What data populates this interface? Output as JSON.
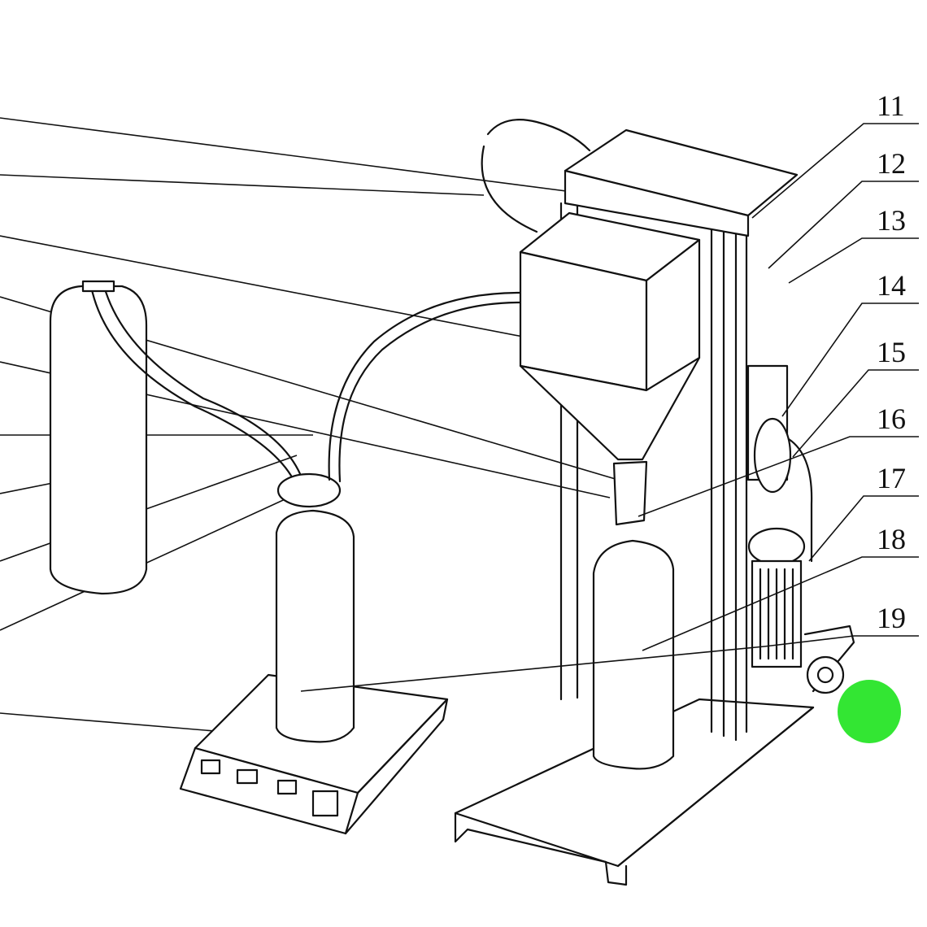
{
  "labels": [
    "11",
    "12",
    "13",
    "14",
    "15",
    "16",
    "17",
    "18",
    "19"
  ],
  "marker_color": "#33e633"
}
